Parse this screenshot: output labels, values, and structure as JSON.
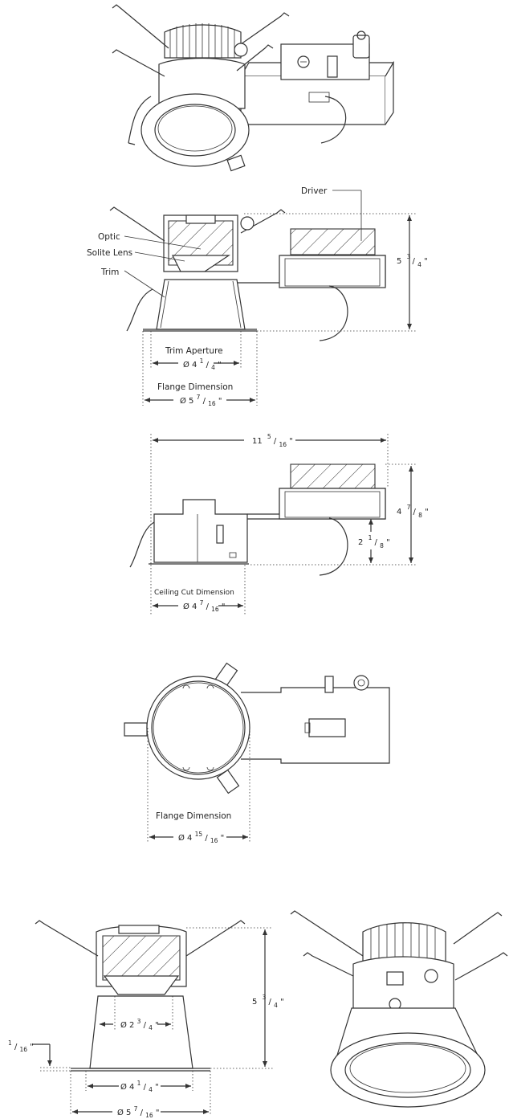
{
  "view_front": {
    "labels": {
      "driver": "Driver",
      "optic": "Optic",
      "solite_lens": "Solite Lens",
      "trim": "Trim",
      "trim_aperture": "Trim Aperture",
      "flange_dimension": "Flange Dimension"
    },
    "dims": {
      "height": {
        "whole": "5",
        "num": "3",
        "den": "4",
        "unit": "\""
      },
      "trim_aperture": {
        "prefix": "Ø 4",
        "num": "1",
        "den": "4",
        "unit": "\""
      },
      "flange": {
        "prefix": "Ø 5",
        "num": "7",
        "den": "16",
        "unit": "\""
      }
    }
  },
  "view_side": {
    "labels": {
      "ceiling_cut": "Ceiling Cut Dimension"
    },
    "dims": {
      "width": {
        "whole": "11",
        "num": "5",
        "den": "16",
        "unit": "\""
      },
      "height": {
        "whole": "4",
        "num": "7",
        "den": "8",
        "unit": "\""
      },
      "offset": {
        "whole": "2",
        "num": "1",
        "den": "8",
        "unit": "\""
      },
      "ceiling_cut": {
        "prefix": "Ø 4",
        "num": "7",
        "den": "16",
        "unit": "\""
      }
    }
  },
  "view_top": {
    "labels": {
      "flange_dimension": "Flange Dimension"
    },
    "dims": {
      "flange": {
        "prefix": "Ø 4",
        "num": "15",
        "den": "16",
        "unit": "\""
      }
    }
  },
  "view_module": {
    "dims": {
      "flange_thickness": {
        "num": "1",
        "den": "16",
        "unit": "\""
      },
      "height": {
        "whole": "5",
        "num": "3",
        "den": "4",
        "unit": "\""
      },
      "reflector": {
        "prefix": "Ø 2",
        "num": "3",
        "den": "4",
        "unit": "\""
      },
      "aperture": {
        "prefix": "Ø 4",
        "num": "1",
        "den": "4",
        "unit": "\""
      },
      "flange": {
        "prefix": "Ø 5",
        "num": "7",
        "den": "16",
        "unit": "\""
      }
    }
  }
}
